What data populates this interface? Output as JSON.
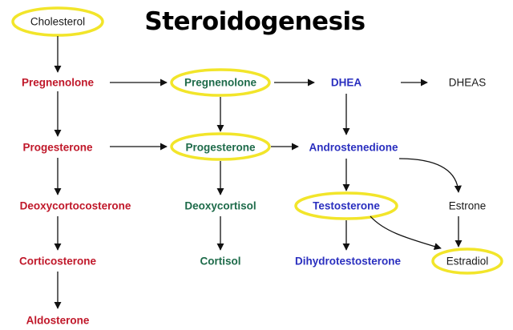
{
  "title": "Steroidogenesis",
  "colors": {
    "mineralocorticoid": "#c0182a",
    "glucocorticoid": "#1e6b4a",
    "androgen": "#2a2fbf",
    "estrogen": "#1a1a1a",
    "highlight": "#f2e52a",
    "arrow": "#111111"
  },
  "nodes": {
    "cholesterol": "Cholesterol",
    "pregnenolone_red": "Pregnenolone",
    "progesterone_red": "Progesterone",
    "deoxycorticosterone": "Deoxycortocosterone",
    "corticosterone": "Corticosterone",
    "aldosterone": "Aldosterone",
    "pregnenolone_green": "Pregnenolone",
    "progesterone_green": "Progesterone",
    "deoxycortisol": "Deoxycortisol",
    "cortisol": "Cortisol",
    "dhea": "DHEA",
    "dheas": "DHEAS",
    "androstenedione": "Androstenedione",
    "testosterone": "Testosterone",
    "dihydrotestosterone": "Dihydrotestosterone",
    "estrone": "Estrone",
    "estradiol": "Estradiol"
  }
}
